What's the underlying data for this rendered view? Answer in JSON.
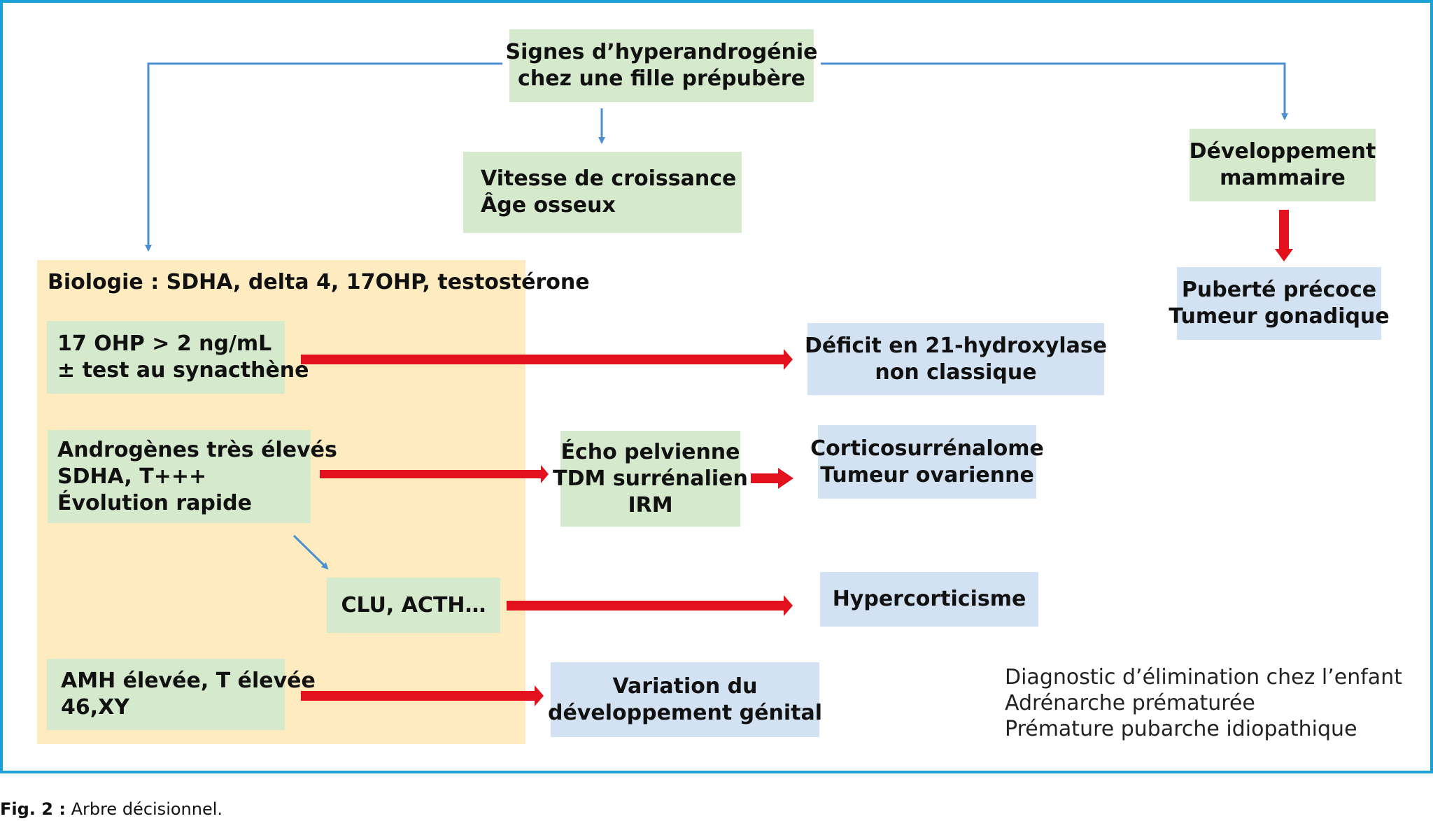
{
  "diagram": {
    "root": {
      "lines": [
        "Signes d’hyperandrogénie",
        "chez une fille prépubère"
      ]
    },
    "growth": {
      "lines": [
        "Vitesse de croissance",
        "Âge osseux"
      ]
    },
    "breast": {
      "lines": [
        "Développement",
        "mammaire"
      ]
    },
    "precocious": {
      "lines": [
        "Puberté précoce",
        "Tumeur gonadique"
      ]
    },
    "biology_title": "Biologie : SDHA, delta 4, 17OHP, testostérone",
    "ohp": {
      "lines": [
        "17 OHP > 2 ng/mL",
        "± test au synacthène"
      ]
    },
    "androgens": {
      "lines": [
        "Androgènes très élevés",
        "SDHA, T+++",
        "Évolution rapide"
      ]
    },
    "imaging": {
      "lines": [
        "Écho pelvienne",
        "TDM surrénalien",
        "IRM"
      ]
    },
    "clu": {
      "lines": [
        "CLU, ACTH…"
      ]
    },
    "amh": {
      "lines": [
        "AMH élevée, T élevée",
        "46,XY"
      ]
    },
    "deficit": {
      "lines": [
        "Déficit en 21-hydroxylase",
        "non classique"
      ]
    },
    "tumor": {
      "lines": [
        "Corticosurrénalome",
        "Tumeur ovarienne"
      ]
    },
    "hypercort": {
      "lines": [
        "Hypercorticisme"
      ]
    },
    "variation": {
      "lines": [
        "Variation du",
        "développement génital"
      ]
    },
    "note": {
      "lines": [
        "Diagnostic d’élimination chez l’enfant",
        "Adrénarche prématurée",
        "Prémature pubarche idiopathique"
      ]
    }
  },
  "caption": {
    "label": "Fig. 2 :",
    "text": " Arbre décisionnel."
  },
  "colors": {
    "frame": "#1ba0d8",
    "green_box": "#d5e9cd",
    "blue_box": "#d3e2f2",
    "biology_panel": "#feebc0",
    "red_arrow": "#e3101d",
    "blue_arrow": "#4a90d0"
  }
}
